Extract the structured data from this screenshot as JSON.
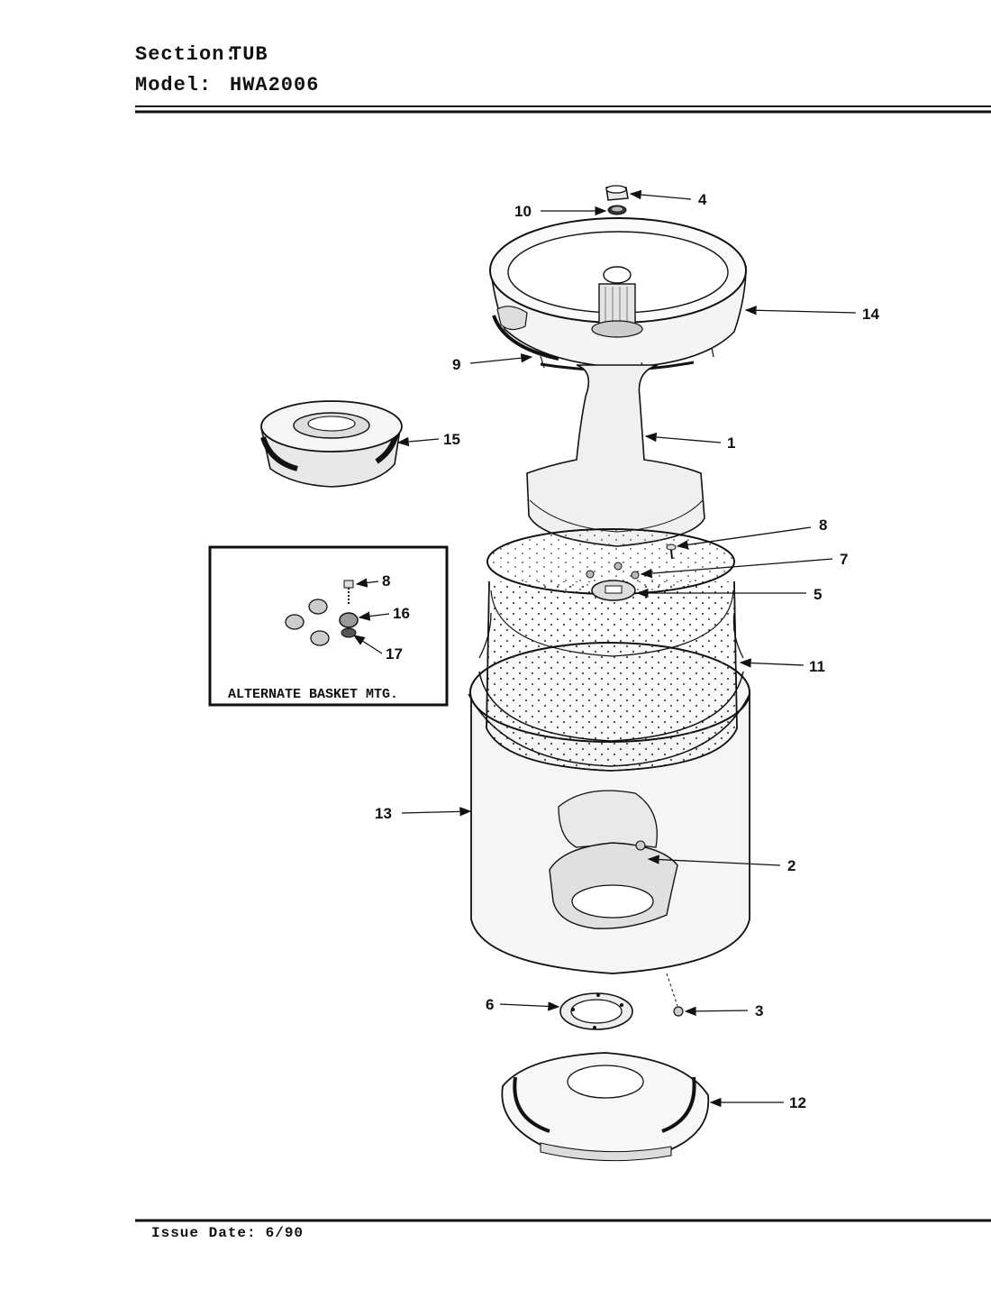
{
  "header": {
    "section_label": "Section:",
    "section_value": "TUB",
    "model_label": "Model:",
    "model_value": "HWA2006"
  },
  "callouts": {
    "c1": "1",
    "c2": "2",
    "c3": "3",
    "c4": "4",
    "c5": "5",
    "c6": "6",
    "c7": "7",
    "c8": "8",
    "c9": "9",
    "c10": "10",
    "c11": "11",
    "c12": "12",
    "c13": "13",
    "c14": "14",
    "c15": "15"
  },
  "inset": {
    "title": "ALTERNATE BASKET MTG.",
    "c8": "8",
    "c16": "16",
    "c17": "17"
  },
  "footer": {
    "issue_label": "Issue Date:",
    "issue_value": "6/90"
  }
}
